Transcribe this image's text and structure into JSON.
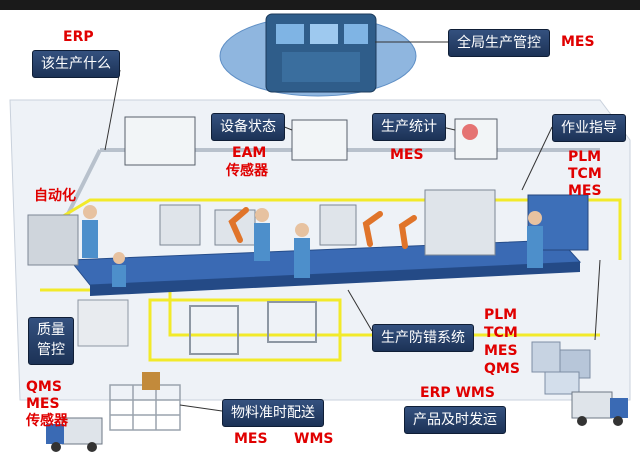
{
  "labels": {
    "global_control": "全局生产管控",
    "what_to_produce": "该生产什么",
    "equipment_status": "设备状态",
    "production_stats": "生产统计",
    "work_instructions": "作业指导",
    "automation": "自动化",
    "quality_line1": "质量",
    "quality_line2": "管控",
    "error_proofing": "生产防错系统",
    "material_delivery": "物料准时配送",
    "product_shipping": "产品及时发运"
  },
  "tags": {
    "global_control": "MES",
    "what_to_produce": "ERP",
    "equipment_line1": "EAM",
    "equipment_line2": "传感器",
    "production_stats": "MES",
    "work_instr_1": "PLM",
    "work_instr_2": "TCM",
    "work_instr_3": "MES",
    "quality_1": "QMS",
    "quality_2": "MES",
    "quality_3": "传感器",
    "error_1": "PLM",
    "error_2": "TCM",
    "error_3": "MES",
    "error_4": "QMS",
    "shipping": "ERP WMS",
    "material_1": "MES",
    "material_2": "WMS"
  },
  "colors": {
    "callout": "#1c3256",
    "tag": "#e00000",
    "floor_line": "#f2ea2a",
    "floor": "#eef2f7"
  }
}
